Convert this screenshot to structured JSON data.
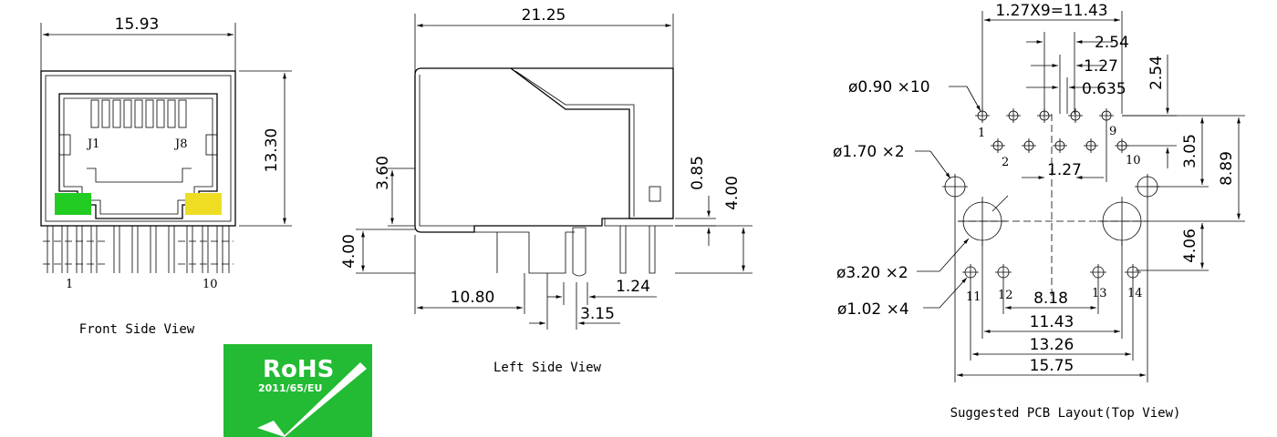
{
  "front_view": {
    "caption": "Front Side View",
    "width_dim": "15.93",
    "height_dim": "13.30",
    "pin_j1": "J1",
    "pin_j8": "J8",
    "pin_1": "1",
    "pin_10": "10",
    "led_left_color": "#22cc22",
    "led_right_color": "#eedd22"
  },
  "left_view": {
    "caption": "Left Side View",
    "length_dim": "21.25",
    "dim_360": "3.60",
    "dim_400_left": "4.00",
    "dim_1080": "10.80",
    "dim_315": "3.15",
    "dim_124": "1.24",
    "dim_085": "0.85",
    "dim_400_right": "4.00"
  },
  "pcb_layout": {
    "caption": "Suggested PCB Layout(Top View)",
    "pitch_dim": "1.27X9=11.43",
    "dim_254_top": "2.54",
    "dim_127_top": "1.27",
    "dim_0635": "0.635",
    "dim_254_vert": "2.54",
    "dim_305": "3.05",
    "dim_889": "8.89",
    "dim_406": "4.06",
    "dim_127_mid": "1.27",
    "dim_818": "8.18",
    "dim_1143": "11.43",
    "dim_1326": "13.26",
    "dim_1575": "15.75",
    "hole_090": "ø0.90 ×10",
    "hole_170": "ø1.70 ×2",
    "hole_320": "ø3.20 ×2",
    "hole_102": "ø1.02 ×4",
    "pin_1": "1",
    "pin_2": "2",
    "pin_9": "9",
    "pin_10": "10",
    "pin_11": "11",
    "pin_12": "12",
    "pin_13": "13",
    "pin_14": "14"
  },
  "rohs": {
    "title": "RoHS",
    "directive": "2011/65/EU",
    "color": "#22bb33"
  }
}
